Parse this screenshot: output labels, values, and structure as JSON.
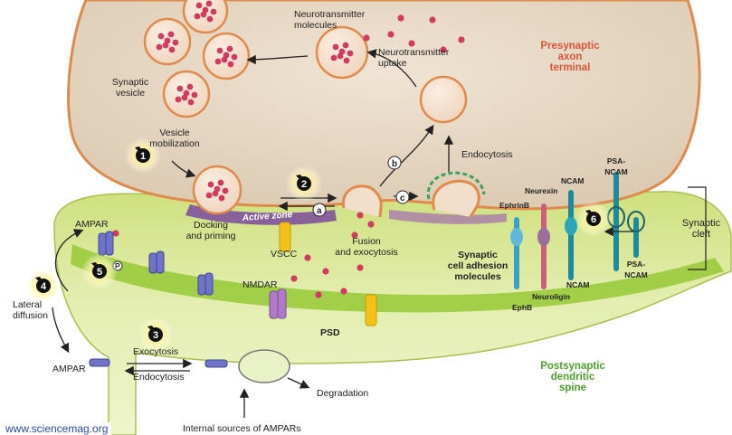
{
  "labels": {
    "neurotransmitter": "Neurotransmitter\nmolecules",
    "uptake": "Neurotransmitter\nuptake",
    "presynaptic": "Presynaptic\naxon\nterminal",
    "synaptic_vesicle": "Synaptic\nvesicle",
    "vesicle_mobilization": "Vesicle\nmobilization",
    "endocytosis_top": "Endocytosis",
    "docking": "Docking\nand priming",
    "active_zone": "Active zone",
    "vscc": "VSCC",
    "fusion": "Fusion\nand exocytosis",
    "adhesion": "Synaptic\ncell adhesion\nmolecules",
    "ephrinb": "EphrinB",
    "neurexin": "Neurexin",
    "ncam_top": "NCAM",
    "psa_ncam_top": "PSA-\nNCAM",
    "neuroligin": "Neuroligin",
    "ephb": "EphB",
    "ncam_bottom": "NCAM",
    "psa_ncam_bottom": "PSA-\nNCAM",
    "synaptic_cleft": "Synaptic\ncleft",
    "ampar_top": "AMPAR",
    "lateral_diffusion": "Lateral\ndiffusion",
    "nmdar": "NMDAR",
    "psd": "PSD",
    "exocytosis": "Exocytosis",
    "endocytosis_bottom": "Endocytosis",
    "ampar_left": "AMPAR",
    "degradation": "Degradation",
    "internal_sources": "Internal sources of AMPARs",
    "postsynaptic": "Postsynaptic\ndendritic\nspine",
    "phospho": "P"
  },
  "steps": [
    "1",
    "2",
    "3",
    "4",
    "5",
    "6"
  ],
  "pathways": [
    "a",
    "b",
    "c"
  ],
  "credit": "www.sciencemag.org",
  "colors": {
    "presynaptic_fill": "#e8d8c4",
    "presynaptic_outline": "#e08a4c",
    "postsynaptic_fill": "#d9e89a",
    "psd": "#9acb3c",
    "vesicle_dot": "#d23a5e",
    "active_zone": "#9b59b6",
    "step_badge": "#f6d21c"
  }
}
